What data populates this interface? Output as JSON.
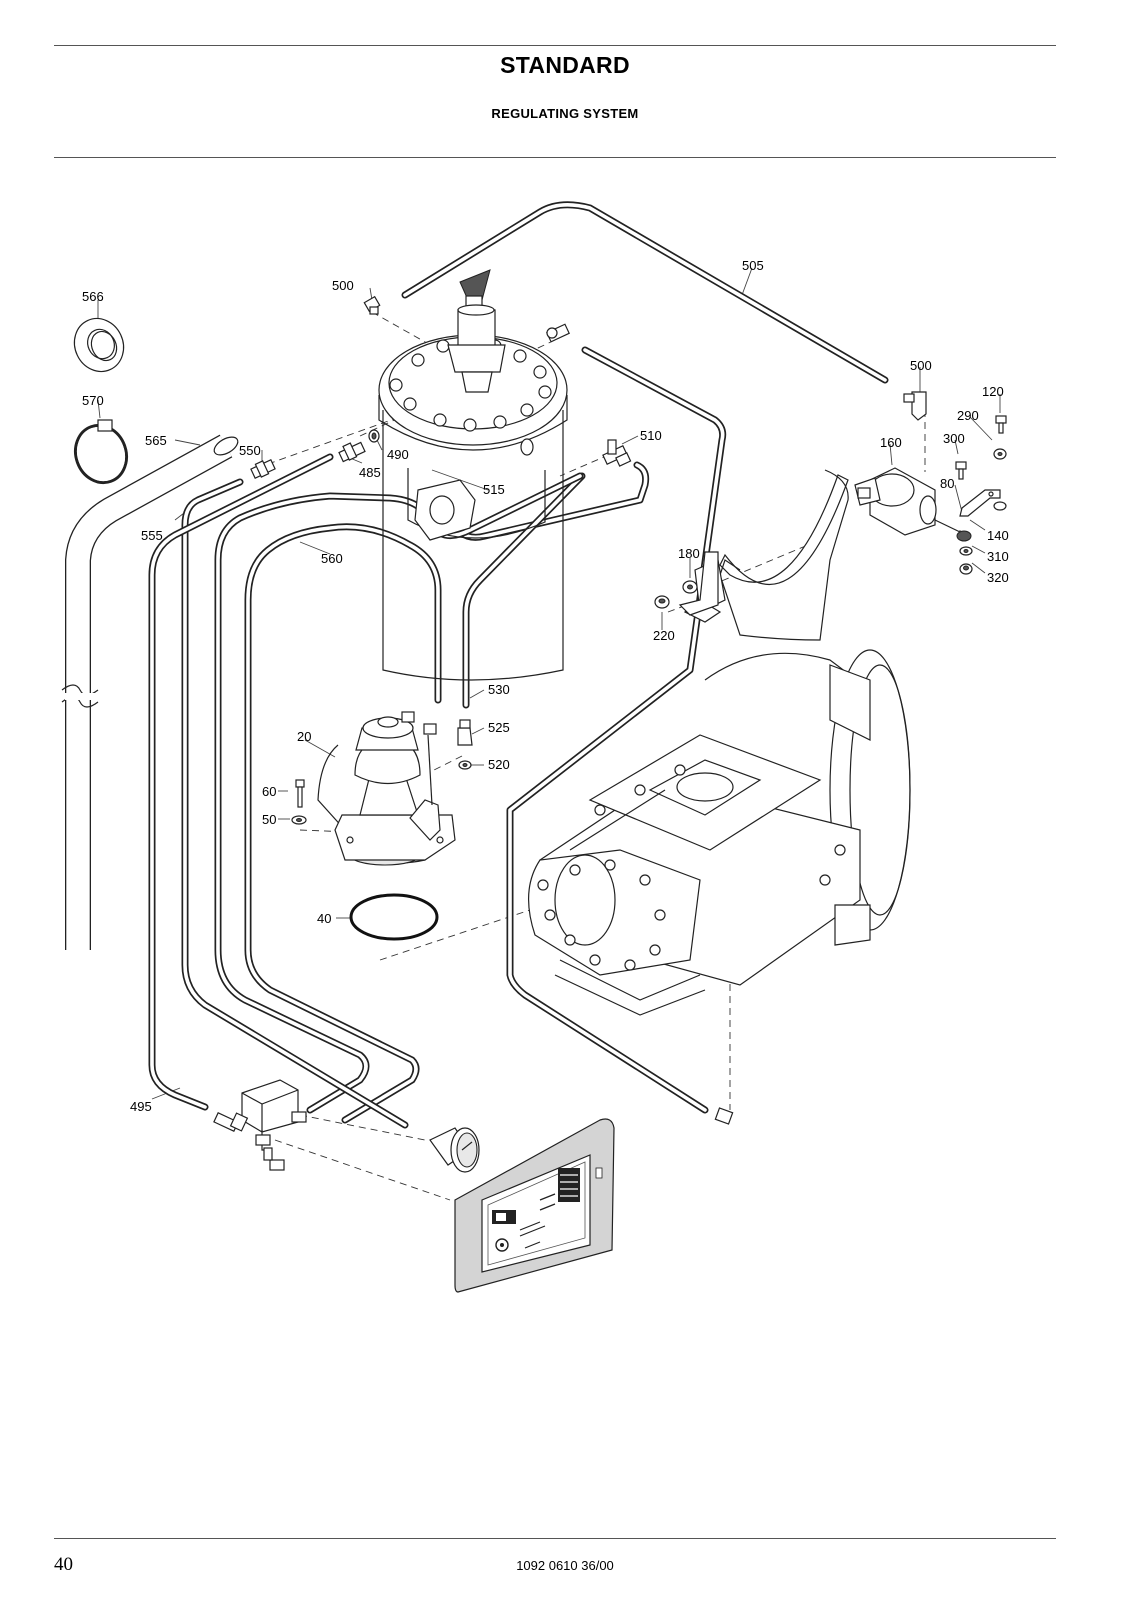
{
  "header": {
    "title": "STANDARD",
    "subtitle": "REGULATING SYSTEM"
  },
  "footer": {
    "page_number": "40",
    "document_number": "1092 0610 36/00"
  },
  "callouts": [
    {
      "id": "566",
      "label": "566"
    },
    {
      "id": "570",
      "label": "570"
    },
    {
      "id": "565",
      "label": "565"
    },
    {
      "id": "555",
      "label": "555"
    },
    {
      "id": "550",
      "label": "550"
    },
    {
      "id": "500a",
      "label": "500"
    },
    {
      "id": "505",
      "label": "505"
    },
    {
      "id": "500b",
      "label": "500"
    },
    {
      "id": "120",
      "label": "120"
    },
    {
      "id": "290",
      "label": "290"
    },
    {
      "id": "300",
      "label": "300"
    },
    {
      "id": "160",
      "label": "160"
    },
    {
      "id": "80",
      "label": "80"
    },
    {
      "id": "140",
      "label": "140"
    },
    {
      "id": "310",
      "label": "310"
    },
    {
      "id": "320",
      "label": "320"
    },
    {
      "id": "490",
      "label": "490"
    },
    {
      "id": "485",
      "label": "485"
    },
    {
      "id": "510",
      "label": "510"
    },
    {
      "id": "515",
      "label": "515"
    },
    {
      "id": "560",
      "label": "560"
    },
    {
      "id": "180",
      "label": "180"
    },
    {
      "id": "220",
      "label": "220"
    },
    {
      "id": "530",
      "label": "530"
    },
    {
      "id": "525",
      "label": "525"
    },
    {
      "id": "520",
      "label": "520"
    },
    {
      "id": "20",
      "label": "20"
    },
    {
      "id": "60",
      "label": "60"
    },
    {
      "id": "50",
      "label": "50"
    },
    {
      "id": "40",
      "label": "40"
    },
    {
      "id": "495",
      "label": "495"
    }
  ]
}
